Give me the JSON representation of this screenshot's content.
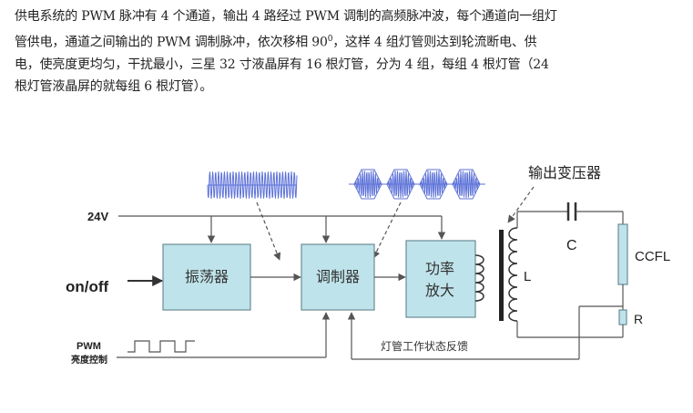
{
  "paragraph": {
    "line1": "供电系统的 PWM 脉冲有 4 个通道，输出 4 路经过 PWM 调制的高频脉冲波，每个通道向一组灯",
    "line2_pre": "管供电，通道之间输出的 PWM 调制脉冲，依次移相 90",
    "line2_sup": "0",
    "line2_post": "，这样 4 组灯管则达到轮流断电、供",
    "line3": "电，使亮度更均匀，干扰最小，三星 32 寸液晶屏有 16 根灯管，分为 4 组，每组 4 根灯管（24",
    "line4": "根灯管液晶屏的就每组 6 根灯管）。"
  },
  "diagram": {
    "supply_label": "24V",
    "input_label": "on/off",
    "oscillator_label": "振荡器",
    "modulator_label": "调制器",
    "amplifier_label_line1": "功率",
    "amplifier_label_line2": "放大",
    "transformer_label": "输出变压器",
    "capacitor_label": "C",
    "inductor_label": "L",
    "lamp_label": "CCFL",
    "resistor_label": "R",
    "pwm_label": "PWM",
    "brightness_label": "亮度控制",
    "feedback_label": "灯管工作状态反馈",
    "colors": {
      "box_fill": "#bfe3ea",
      "box_stroke": "#6a8c96",
      "wave": "#5d72d8",
      "line": "#555555",
      "dark": "#222222"
    }
  }
}
